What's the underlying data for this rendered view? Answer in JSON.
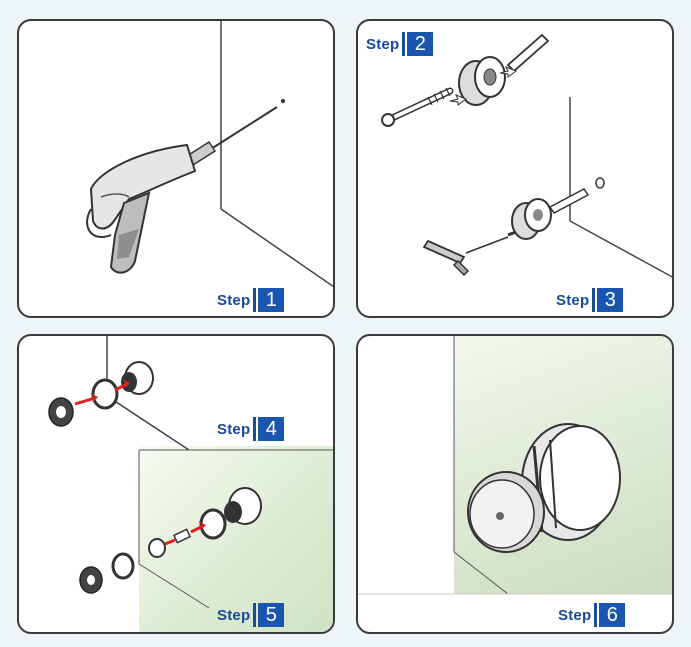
{
  "steps": [
    {
      "label": "Step",
      "number": "1"
    },
    {
      "label": "Step",
      "number": "2"
    },
    {
      "label": "Step",
      "number": "3"
    },
    {
      "label": "Step",
      "number": "4"
    },
    {
      "label": "Step",
      "number": "5"
    },
    {
      "label": "Step",
      "number": "6"
    }
  ],
  "colors": {
    "step_text": "#1a4a9a",
    "step_box": "#1a56b0",
    "arrow": "#e0201a",
    "glass": "#dbead2",
    "outline": "#3a3a3a"
  }
}
